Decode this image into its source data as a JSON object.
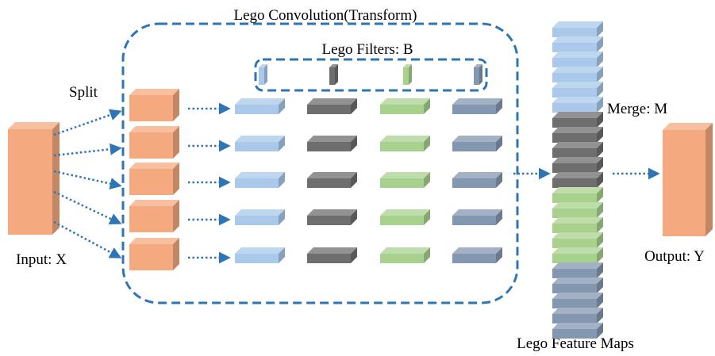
{
  "labels": {
    "title": "Lego Convolution(Transform)",
    "filters": "Lego Filters: B",
    "split": "Split",
    "input": "Input: X",
    "merge": "Merge: M",
    "output": "Output: Y",
    "feature_maps": "Lego Feature Maps"
  },
  "colors": {
    "orange": "#f4a97f",
    "blue": "#a9c8ea",
    "dark_gray": "#6e6e6e",
    "green": "#a9d18e",
    "slate": "#8497b0",
    "dashed_border": "#2e75b6",
    "arrow": "#2e75b6"
  },
  "filter_colors": [
    "blue",
    "dark_gray",
    "green",
    "slate"
  ],
  "split_count": 5,
  "stack_blocks": {
    "blue": 6,
    "dark_gray": 5,
    "green": 5,
    "slate": 5
  }
}
